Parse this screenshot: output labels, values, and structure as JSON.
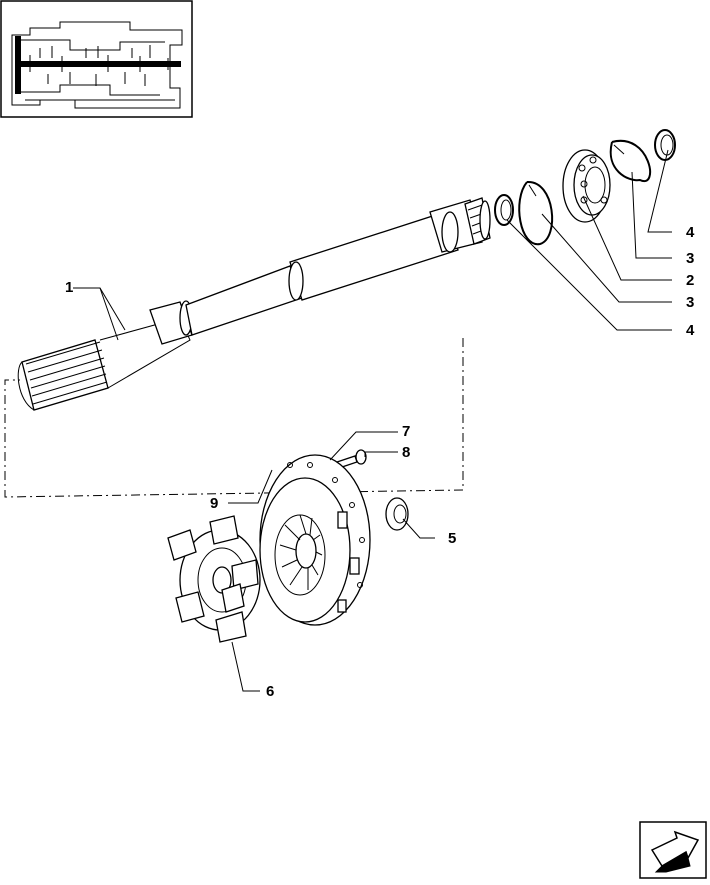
{
  "diagram": {
    "callouts": [
      {
        "id": "shaft",
        "label": "1"
      },
      {
        "id": "bearing",
        "label": "2"
      },
      {
        "id": "circlip-outer",
        "label": "3"
      },
      {
        "id": "circlip-inner",
        "label": "3"
      },
      {
        "id": "spacer-outer",
        "label": "4"
      },
      {
        "id": "spacer-inner",
        "label": "4"
      },
      {
        "id": "washer",
        "label": "5"
      },
      {
        "id": "clutch-disc",
        "label": "6"
      },
      {
        "id": "lock-washer",
        "label": "7"
      },
      {
        "id": "bolt",
        "label": "8"
      },
      {
        "id": "pressure-plate",
        "label": "9"
      }
    ]
  },
  "icons": {
    "thumbnail": "transmission-section-icon",
    "navigation": "next-page-arrow-icon"
  }
}
